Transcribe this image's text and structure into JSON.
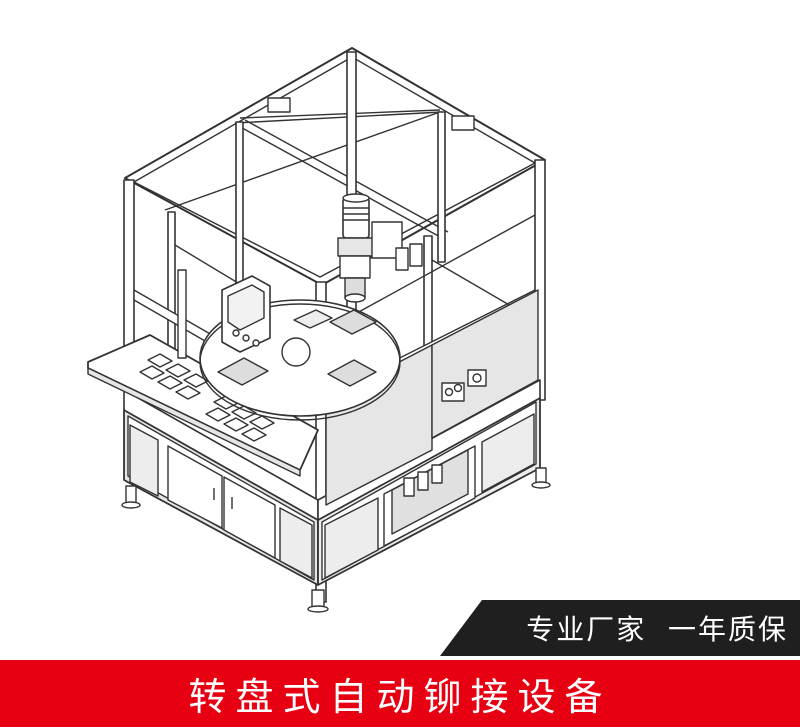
{
  "illustration": {
    "subject": "rotary-riveting-machine-line-drawing",
    "stroke_color": "#333333",
    "fill_color": "#ffffff",
    "shade_color": "#e6e6e6"
  },
  "tag": {
    "text": "专业厂家  一年质保",
    "background": "#1f1f1f",
    "text_color": "#ffffff"
  },
  "title": {
    "text": "转盘式自动铆接设备",
    "background": "#e60012",
    "text_color": "#ffffff"
  }
}
